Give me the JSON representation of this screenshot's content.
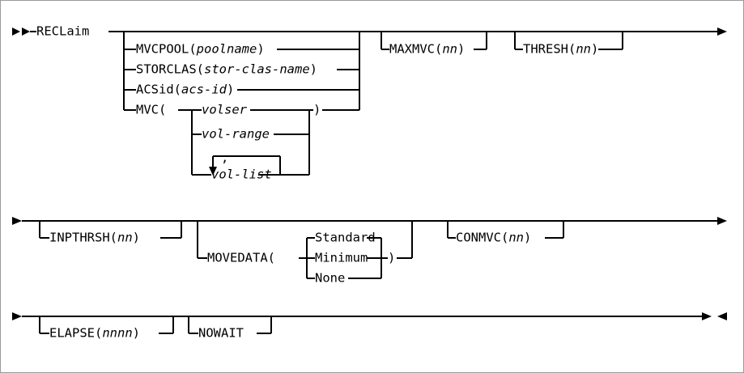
{
  "diagram": {
    "type": "railroad-syntax-diagram",
    "command": "RECLaim",
    "start_marker": "►►",
    "continue_marker": "►",
    "end_marker": "►◄",
    "line_color": "#000000",
    "background": "#ffffff",
    "rows": [
      {
        "id": "row-1",
        "marker": "►►",
        "items": [
          "RECLaim",
          "MVCPOOL(poolname)",
          "STORCLAS(stor-clas-name)",
          "ACSid(acs-id)",
          "MVC(volser | vol-range | vol-list,...)",
          "MAXMVC(nn)",
          "THRESH(nn)"
        ]
      },
      {
        "id": "row-2",
        "marker": "►",
        "items": [
          "INPTHRSH(nn)",
          "MOVEDATA(Standard | Minimum | None)",
          "CONMVC(nn)"
        ]
      },
      {
        "id": "row-3",
        "marker": "►",
        "items": [
          "ELAPSE(nnnn)",
          "NOWAIT"
        ]
      }
    ]
  },
  "labels": {
    "reclaim": "RECLaim",
    "mvcpool_kw": "MVCPOOL(",
    "mvcpool_arg": "poolname",
    "storclas_kw": "STORCLAS(",
    "storclas_arg": "stor-clas-name",
    "acsid_kw": "ACSid(",
    "acsid_arg": "acs-id",
    "mvc_kw": "MVC(",
    "volser": "volser",
    "vol_range": "vol-range",
    "vol_list": "vol-list",
    "comma": ",",
    "close_paren": ")",
    "maxmvc_kw": "MAXMVC(",
    "maxmvc_arg": "nn",
    "thresh_kw": "THRESH(",
    "thresh_arg": "nn",
    "inpthrsh_kw": "INPTHRSH(",
    "inpthrsh_arg": "nn",
    "movedata_kw": "MOVEDATA(",
    "movedata_standard": "Standard",
    "movedata_minimum": "Minimum",
    "movedata_none": "None",
    "conmvc_kw": "CONMVC(",
    "conmvc_arg": "nn",
    "elapse_kw": "ELAPSE(",
    "elapse_arg": "nnnn",
    "nowait": "NOWAIT",
    "start_arrows": "►►",
    "cont_arrow": "►",
    "end_arrows": "►◄"
  }
}
